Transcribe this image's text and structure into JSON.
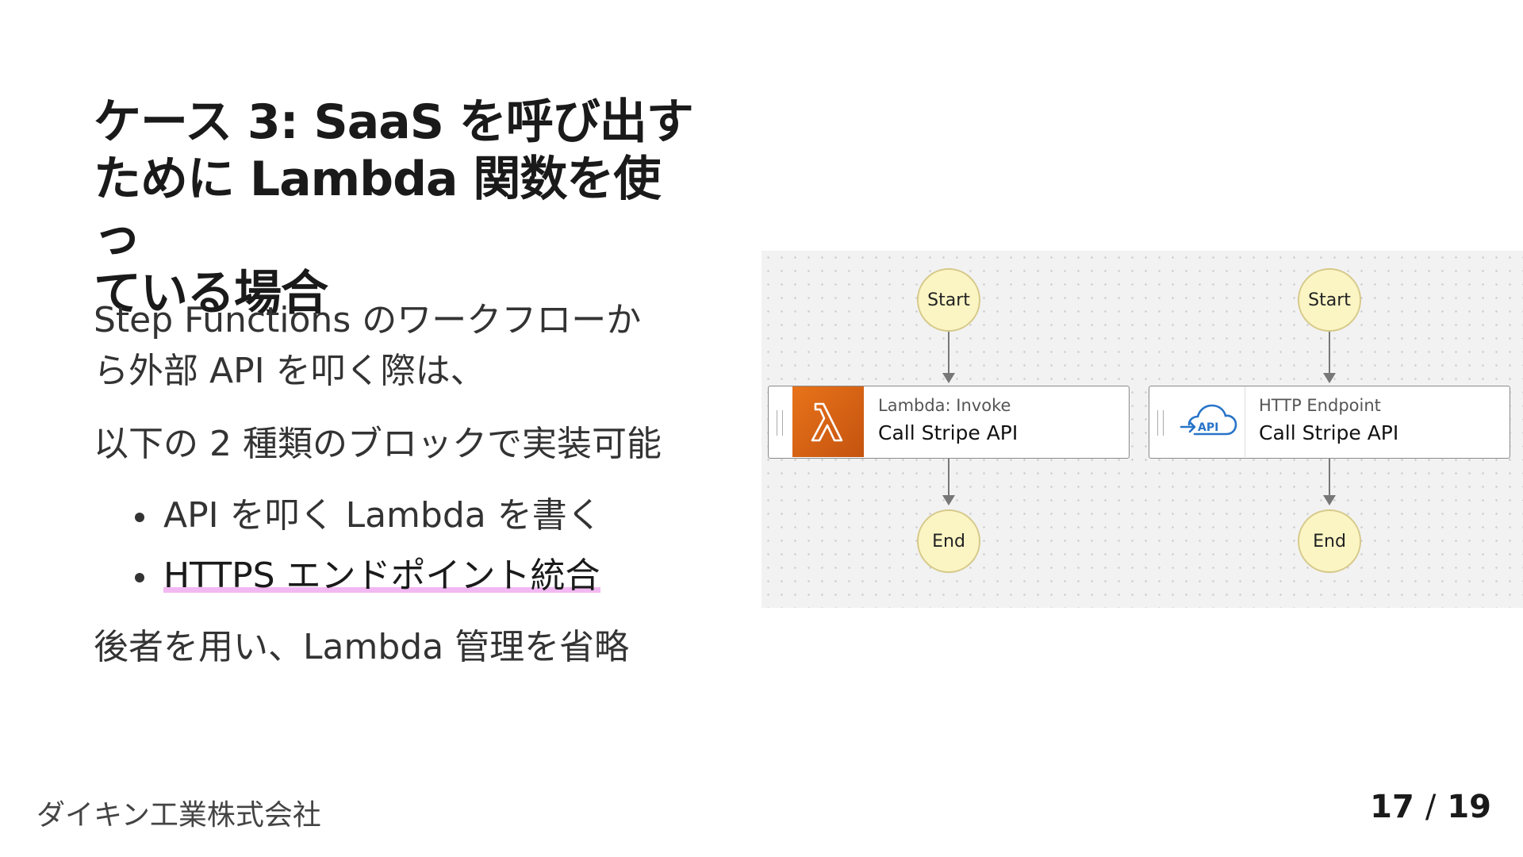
{
  "slide": {
    "title_lines": [
      "ケース 3: SaaS を呼び出す",
      "ために Lambda 関数を使っ",
      "ている場合"
    ],
    "paragraph1_lines": [
      "Step Functions のワークフローか",
      "ら外部 API を叩く際は、"
    ],
    "paragraph2": "以下の 2 種類のブロックで実装可能",
    "bullets": [
      "API を叩く Lambda を書く",
      "HTTPS エンドポイント統合"
    ],
    "conclusion": "後者を用い、Lambda 管理を省略"
  },
  "footer": {
    "company": "ダイキン工業株式会社",
    "page_current": "17",
    "page_separator": "/",
    "page_total": "19"
  },
  "diagram": {
    "left_flow": {
      "start_label": "Start",
      "state_type": "Lambda: Invoke",
      "state_name": "Call Stripe API",
      "end_label": "End",
      "icon": "lambda-icon",
      "icon_color": "#e8731a"
    },
    "right_flow": {
      "start_label": "Start",
      "state_type": "HTTP Endpoint",
      "state_name": "Call Stripe API",
      "end_label": "End",
      "icon": "api-cloud-icon",
      "icon_text": "API",
      "icon_color": "#2874c8"
    },
    "node_fill": "#fbf5c4",
    "canvas_color": "#f2f2f2"
  }
}
